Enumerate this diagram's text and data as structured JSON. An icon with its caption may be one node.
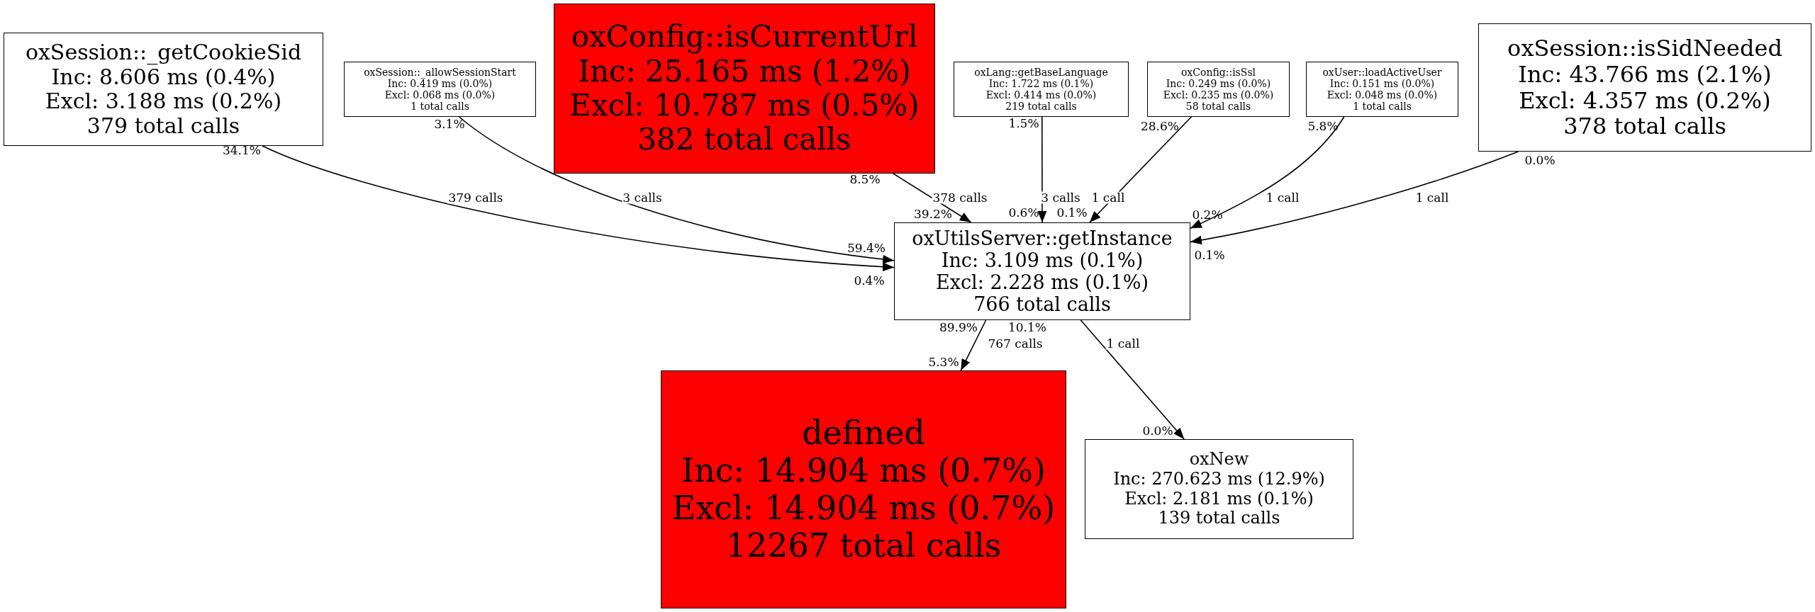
{
  "diagram": {
    "nodes": [
      {
        "text": [
          "oxSession::_getCookieSid",
          "Inc: 8.606 ms (0.4%)",
          "Excl: 3.188 ms (0.2%)",
          "379 total calls"
        ]
      },
      {
        "text": [
          "oxSession::_allowSessionStart",
          "Inc: 0.419 ms (0.0%)",
          "Excl: 0.068 ms (0.0%)",
          "1 total calls"
        ]
      },
      {
        "text": [
          "oxConfig::isCurrentUrl",
          "Inc: 25.165 ms (1.2%)",
          "Excl: 10.787 ms (0.5%)",
          "382 total calls"
        ]
      },
      {
        "text": [
          "oxLang::getBaseLanguage",
          "Inc: 1.722 ms (0.1%)",
          "Excl: 0.414 ms (0.0%)",
          "219 total calls"
        ]
      },
      {
        "text": [
          "oxConfig::isSsl",
          "Inc: 0.249 ms (0.0%)",
          "Excl: 0.235 ms (0.0%)",
          "58 total calls"
        ]
      },
      {
        "text": [
          "oxUser::loadActiveUser",
          "Inc: 0.151 ms (0.0%)",
          "Excl: 0.048 ms (0.0%)",
          "1 total calls"
        ]
      },
      {
        "text": [
          "oxSession::isSidNeeded",
          "Inc: 43.766 ms (2.1%)",
          "Excl: 4.357 ms (0.2%)",
          "378 total calls"
        ]
      },
      {
        "text": [
          "oxUtilsServer::getInstance",
          "Inc: 3.109 ms (0.1%)",
          "Excl: 2.228 ms (0.1%)",
          "766 total calls"
        ]
      },
      {
        "text": [
          "defined",
          "Inc: 14.904 ms (0.7%)",
          "Excl: 14.904 ms (0.7%)",
          "12267 total calls"
        ]
      },
      {
        "text": [
          "oxNew",
          "Inc: 270.623 ms (12.9%)",
          "Excl: 2.181 ms (0.1%)",
          "139 total calls"
        ]
      }
    ],
    "edges": [
      {
        "from": 0,
        "to": 7,
        "arrow": "to",
        "label": "379 calls"
      },
      {
        "from": 1,
        "to": 7,
        "arrow": "to",
        "label": "3 calls"
      },
      {
        "from": 2,
        "to": 7,
        "arrow": "to",
        "label": "378 calls"
      },
      {
        "from": 3,
        "to": 7,
        "arrow": "to",
        "label": "3 calls"
      },
      {
        "from": 4,
        "to": 7,
        "arrow": "to",
        "label": "1 call"
      },
      {
        "from": 5,
        "to": 7,
        "arrow": "to",
        "label": "1 call"
      },
      {
        "from": 6,
        "to": 7,
        "arrow": "to",
        "label": "1 call"
      },
      {
        "from": 7,
        "to": 8,
        "arrow": "to",
        "label": "767 calls"
      },
      {
        "from": 7,
        "to": 9,
        "arrow": "to",
        "label": "1 call"
      }
    ],
    "labels": [
      "3.1%",
      "1.5%",
      "28.6%",
      "5.8%",
      "34.1%",
      "0.0%",
      "8.5%",
      "39.2%",
      "0.6%",
      "0.1%",
      "0.2%",
      "0.1%",
      "59.4%",
      "0.4%",
      "89.9%",
      "10.1%",
      "5.3%",
      "0.0%"
    ]
  }
}
